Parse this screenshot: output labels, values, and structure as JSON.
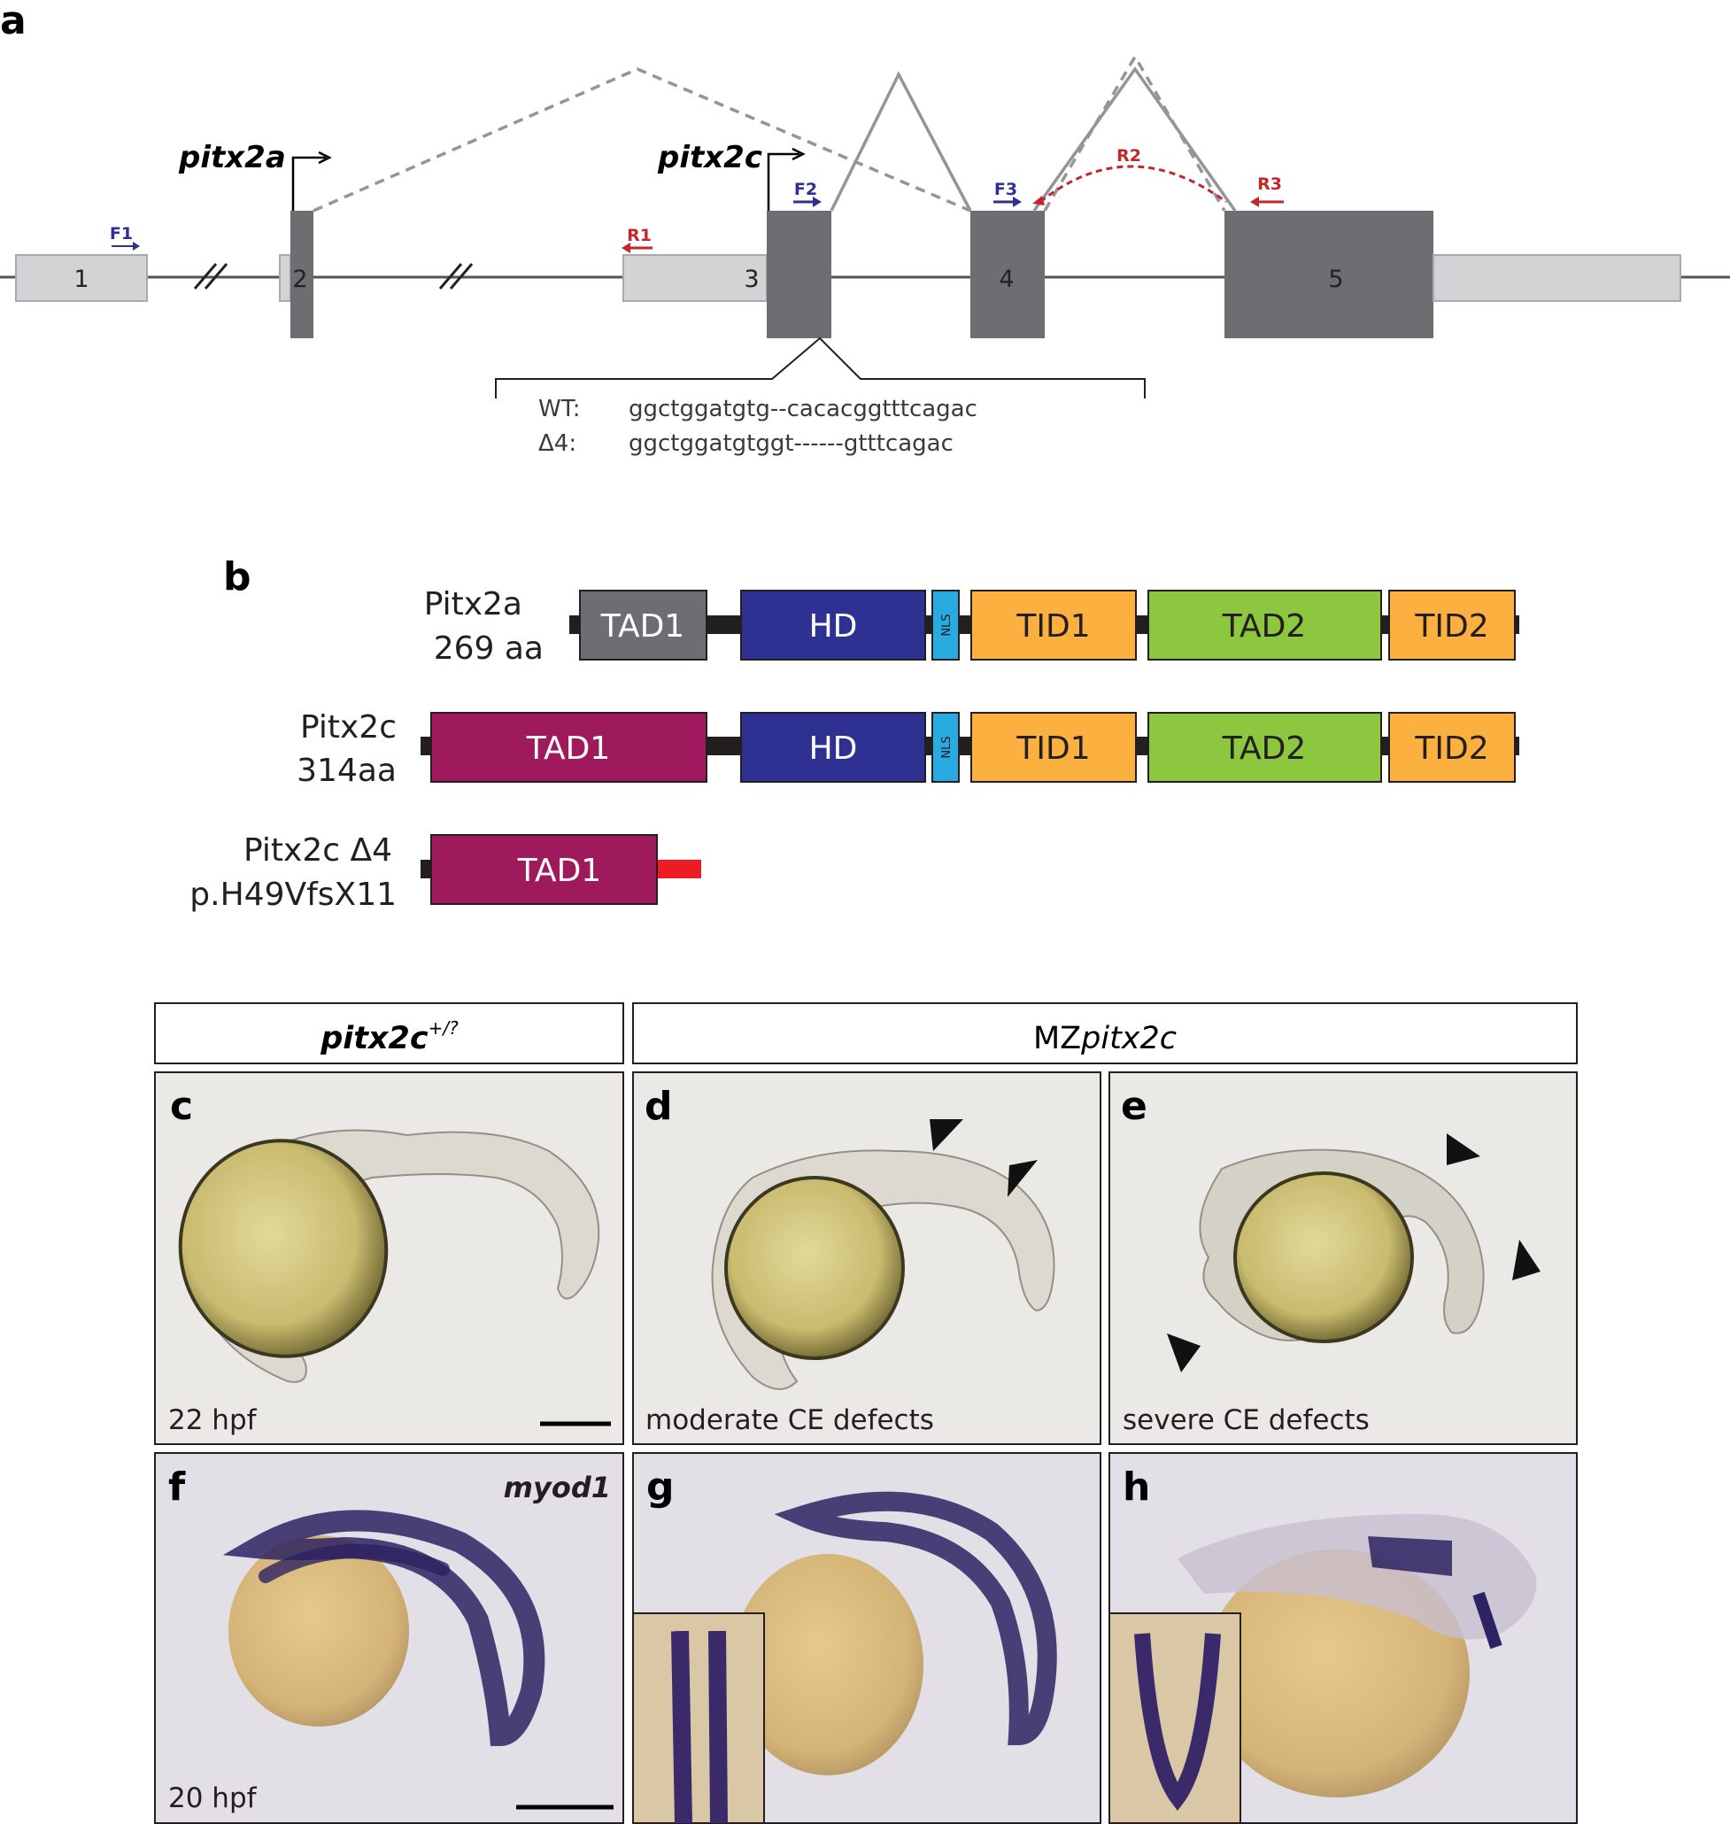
{
  "panel_letters": {
    "a": "a",
    "b": "b",
    "c": "c",
    "d": "d",
    "e": "e",
    "f": "f",
    "g": "g",
    "h": "h"
  },
  "gene_labels": {
    "pitx2a": "pitx2a",
    "pitx2c": "pitx2c"
  },
  "exons": [
    "1",
    "2",
    "3",
    "4",
    "5"
  ],
  "primers": {
    "F1": "F1",
    "F2": "F2",
    "F3": "F3",
    "R1": "R1",
    "R2": "R2",
    "R3": "R3"
  },
  "sequence": {
    "wt_label": "WT:",
    "wt_seq": "ggctggatgtg--cacacggtttcagac",
    "mut_label": "Δ4:",
    "mut_seq": "ggctggatgtggt------gtttcagac"
  },
  "proteins": [
    {
      "name": "Pitx2a",
      "length": "269 aa"
    },
    {
      "name": "Pitx2c",
      "length": "314aa"
    },
    {
      "name": "Pitx2c Δ4",
      "length": "p.H49VfsX11"
    }
  ],
  "domains": {
    "tad1": "TAD1",
    "hd": "HD",
    "nls": "NLS",
    "tid1": "TID1",
    "tad2": "TAD2",
    "tid2": "TID2"
  },
  "domain_colors": {
    "tad1_a": "#6d6e71",
    "tad1_c": "#9e1a5c",
    "hd": "#2e3192",
    "nls": "#29abe2",
    "tid1": "#fbb040",
    "tad2": "#8dc63f",
    "tid2": "#fbb040",
    "frameshift": "#ed1c24"
  },
  "headers": {
    "left_gene": "pitx2c",
    "left_sup": "+/?",
    "right_prefix": "MZ",
    "right_gene": "pitx2c"
  },
  "captions": {
    "c": "22 hpf",
    "d": "moderate CE defects",
    "e": "severe CE defects",
    "f": "20 hpf",
    "f_marker": "myod1"
  }
}
